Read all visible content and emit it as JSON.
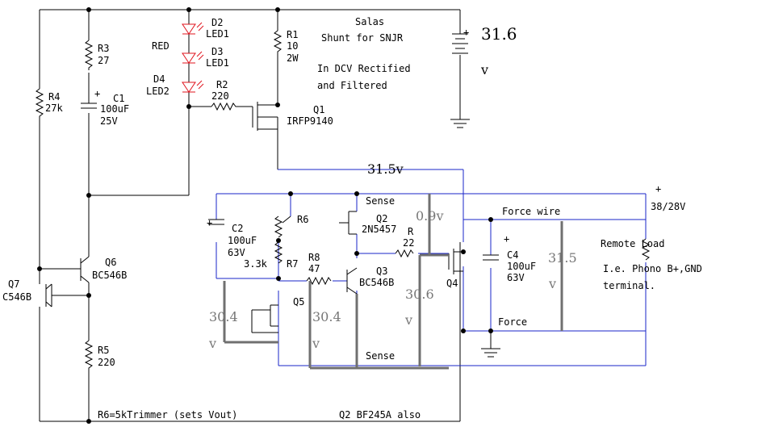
{
  "colors": {
    "wire": "#000000",
    "bus_wire": "#1a24c8",
    "led": "#e0141e",
    "measure_bar": "#707070",
    "measure_text": "#777777"
  },
  "title": {
    "line1": "Salas",
    "line2": "Shunt for SNJR",
    "note1": "In DCV Rectified",
    "note2": "and Filtered"
  },
  "supply": {
    "value": "31.6",
    "unit": "v",
    "plus": "+"
  },
  "components": {
    "d2_name": "D2",
    "d2_type": "LED1",
    "red": "RED",
    "d3_name": "D3",
    "d3_type": "LED1",
    "d4_name": "D4",
    "d4_type": "LED2",
    "r1_name": "R1",
    "r1_val": "10",
    "r1_pow": "2W",
    "r2_name": "R2",
    "r2_val": "220",
    "q1_name": "Q1",
    "q1_type": "IRFP9140",
    "r3_name": "R3",
    "r3_val": "27",
    "c1_name": "C1",
    "c1_val": "100uF",
    "c1_v": "25V",
    "c1_plus": "+",
    "r4_name": "R4",
    "r4_val": "27k",
    "q6_name": "Q6",
    "q6_type": "BC546B",
    "q7_name": "Q7",
    "q7_type": "C546B",
    "r5_name": "R5",
    "r5_val": "220",
    "c2_name": "C2",
    "c2_val": "100uF",
    "c2_v": "63V",
    "c2_plus": "+",
    "r6_name": "R6",
    "r7_val": "3.3k",
    "r7_name": "R7",
    "r8_name": "R8",
    "r8_val": "47",
    "q2_name": "Q2",
    "q2_type": "2N5457",
    "r_name": "R",
    "r_val": "22",
    "q3_name": "Q3",
    "q3_type": "BC546B",
    "q5_name": "Q5",
    "q4_name": "Q4",
    "c4_name": "C4",
    "c4_val": "100uF",
    "c4_v": "63V",
    "c4_plus": "+"
  },
  "labels": {
    "sense_top": "Sense",
    "sense_bottom": "Sense",
    "force_wire": "Force wire",
    "force": "Force",
    "out_plus": "+",
    "out_voltage": "38/28V",
    "remote_load": "Remote Load",
    "load_note1": "I.e. Phono B+,GND",
    "load_note2": "terminal.",
    "trimmer_note": "R6=5kTrimmer (sets Vout)",
    "q2_note": "Q2  BF245A also"
  },
  "measurements": {
    "v_out_bus": "31.5v",
    "v_q2": "0.9v",
    "v_load_value": "31.5",
    "v_load_unit": "v",
    "v_q4_value": "30.6",
    "v_q4_unit": "v",
    "v_q5_left_value": "30.4",
    "v_q5_left_unit": "v",
    "v_q5_right_value": "30.4",
    "v_q5_right_unit": "v"
  }
}
